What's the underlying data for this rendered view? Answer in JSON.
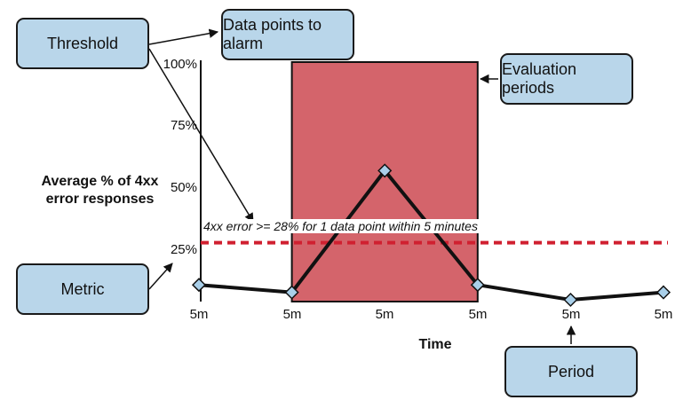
{
  "boxes": {
    "threshold": "Threshold",
    "data_points": "Data points to alarm",
    "evaluation_periods": "Evaluation periods",
    "metric": "Metric",
    "period": "Period"
  },
  "chart_data": {
    "type": "line",
    "ylabel": "Average % of 4xx error responses",
    "xlabel": "Time",
    "ytick_labels": [
      "100%",
      "75%",
      "50%",
      "25%"
    ],
    "yticks": [
      100,
      75,
      50,
      25
    ],
    "ylim": [
      0,
      100
    ],
    "x_labels": [
      "5m",
      "5m",
      "5m",
      "5m",
      "5m",
      "5m"
    ],
    "series": [
      {
        "values": [
          11,
          8,
          57,
          11,
          5,
          8
        ]
      }
    ],
    "threshold_value": 28,
    "threshold_label": "4xx error >= 28% for 1 data point within 5 minutes",
    "evaluation_window": [
      1,
      3
    ],
    "colors": {
      "line": "#111111",
      "marker": "#a9cfe9",
      "threshold": "#d02030",
      "window": "#d4646b",
      "box": "#b9d6ea"
    }
  }
}
